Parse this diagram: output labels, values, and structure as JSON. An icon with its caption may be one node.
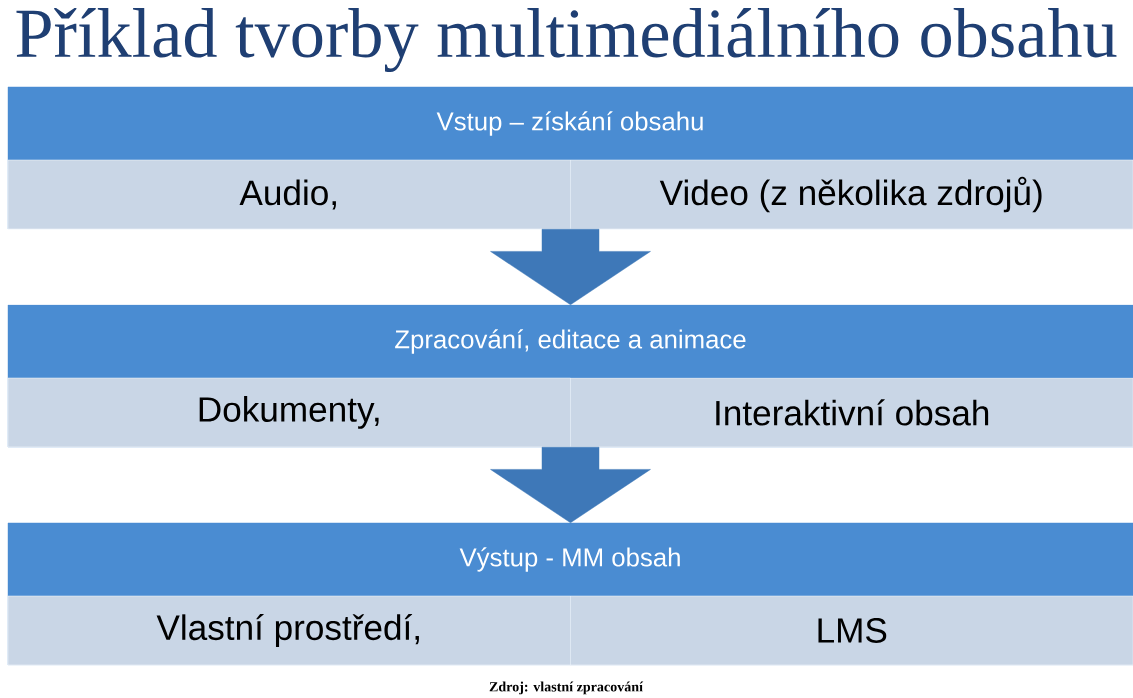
{
  "diagram": {
    "title": "Příklad tvorby multimediálního obsahu",
    "caption": "Zdroj: vlastní zpracování",
    "nodes": [
      {
        "text": [
          "Vstup – získání obsahu"
        ]
      },
      {
        "text": [
          "Audio,"
        ],
        "in": 0
      },
      {
        "text": [
          "Video (z několika zdrojů)"
        ],
        "in": 0
      },
      {
        "text": [
          "Zpracování, editace a animace"
        ]
      },
      {
        "text": [
          "Dokumenty,"
        ],
        "in": 3
      },
      {
        "text": [
          "Interaktivní obsah"
        ],
        "in": 3
      },
      {
        "text": [
          "Výstup - MM obsah"
        ]
      },
      {
        "text": [
          "Vlastní prostředí,"
        ],
        "in": 6
      },
      {
        "text": [
          "LMS"
        ],
        "in": 6
      }
    ],
    "edges": [
      {
        "from": 0,
        "to": 3,
        "arrow": "to"
      },
      {
        "from": 3,
        "to": 6,
        "arrow": "to"
      }
    ]
  }
}
